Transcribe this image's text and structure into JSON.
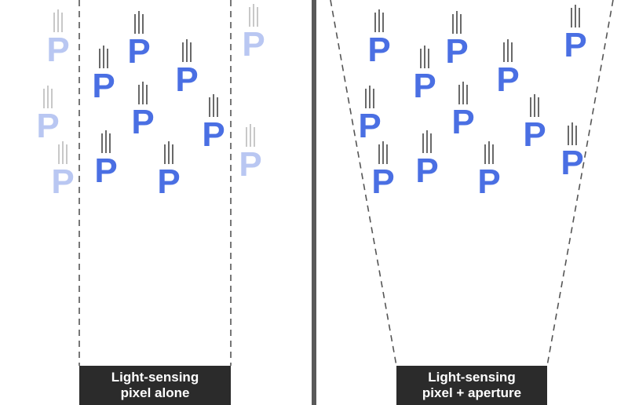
{
  "left_panel": {
    "caption_line1": "Light-sensing",
    "caption_line2": "pixel alone"
  },
  "right_panel": {
    "caption_line1": "Light-sensing",
    "caption_line2": "pixel + aperture"
  },
  "photon_glyph": "P",
  "colors": {
    "photon_in": "#4a6fe3",
    "photon_out": "#b9c7f2",
    "streak": "#444444",
    "streak_faded": "#bbbbbb",
    "divider": "#5a5a5a",
    "caption_bg": "#2b2b2b",
    "boundary": "#555555"
  },
  "icon": "falling-photon-icon"
}
